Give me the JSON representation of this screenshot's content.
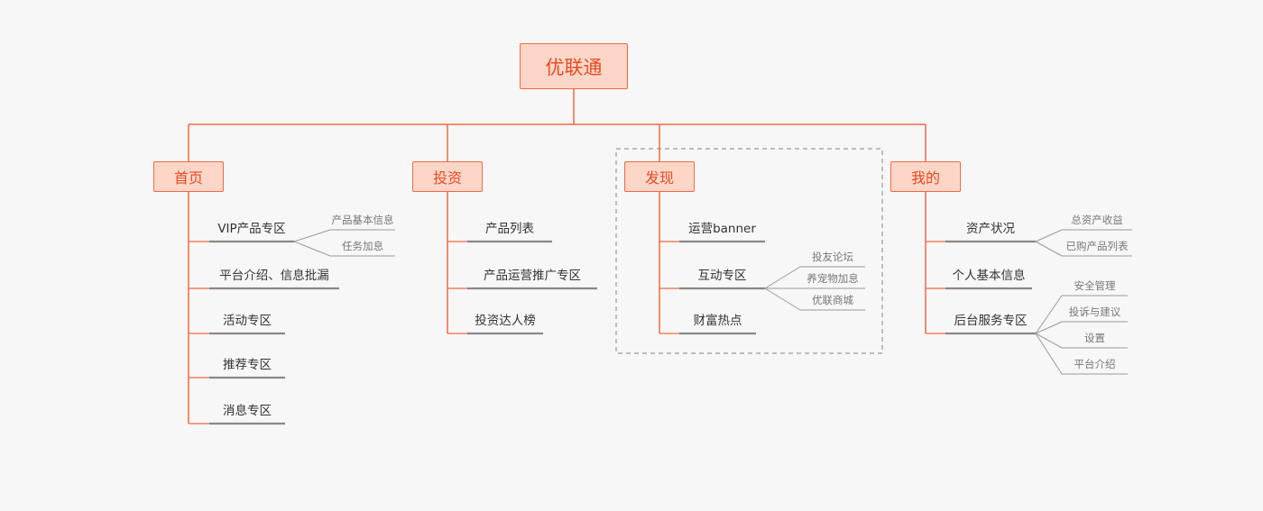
{
  "root": {
    "label": "优联通"
  },
  "sections": [
    {
      "label": "首页",
      "items": [
        {
          "label": "VIP产品专区",
          "children": [
            "产品基本信息",
            "任务加息"
          ]
        },
        {
          "label": "平台介绍、信息批漏"
        },
        {
          "label": "活动专区"
        },
        {
          "label": "推荐专区"
        },
        {
          "label": "消息专区"
        }
      ]
    },
    {
      "label": "投资",
      "items": [
        {
          "label": "产品列表"
        },
        {
          "label": "产品运营推广专区"
        },
        {
          "label": "投资达人榜"
        }
      ]
    },
    {
      "label": "发现",
      "items": [
        {
          "label": "运营banner"
        },
        {
          "label": "互动专区",
          "children": [
            "投友论坛",
            "养宠物加息",
            "优联商城"
          ]
        },
        {
          "label": "财富热点"
        }
      ]
    },
    {
      "label": "我的",
      "items": [
        {
          "label": "资产状况",
          "children": [
            "总资产收益",
            "已购产品列表"
          ]
        },
        {
          "label": "个人基本信息"
        },
        {
          "label": "后台服务专区",
          "children": [
            "安全管理",
            "投诉与建议",
            "设置",
            "平台介绍"
          ]
        }
      ]
    }
  ],
  "colors": {
    "node_fill": "#fdd6c8",
    "node_border": "#ef6a47",
    "node_text": "#e84b22",
    "connector": "#ef6a47",
    "item_underline": "#888888",
    "leaf_line": "#9a9a9a",
    "dashed_frame": "#999999"
  }
}
